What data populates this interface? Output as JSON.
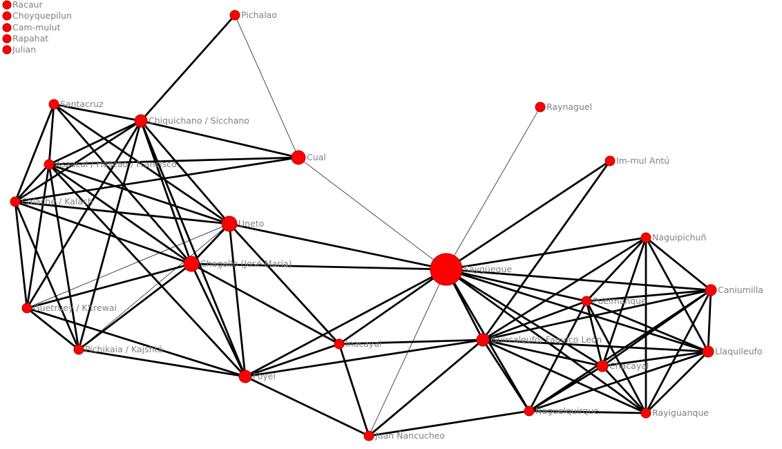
{
  "diagram": {
    "type": "social-network-graph",
    "node_color": "#ff0000",
    "edge_color": "#000000",
    "label_color": "#808080",
    "nodes": [
      {
        "id": 0,
        "label": "Racaur"
      },
      {
        "id": 1,
        "label": "Choyquepilun"
      },
      {
        "id": 2,
        "label": "Cam-mulut"
      },
      {
        "id": 3,
        "label": "Rapahat"
      },
      {
        "id": 4,
        "label": "Julian"
      },
      {
        "id": 5,
        "label": "Pichalao"
      },
      {
        "id": 6,
        "label": "Santacruz"
      },
      {
        "id": 7,
        "label": "Chiquichano / Sicchano"
      },
      {
        "id": 8,
        "label": "Cual"
      },
      {
        "id": 9,
        "label": "Aszacal / Hascao / Francisco"
      },
      {
        "id": 10,
        "label": "Calache / Kalach"
      },
      {
        "id": 11,
        "label": "Uneto"
      },
      {
        "id": 12,
        "label": "Chagallo (José María)"
      },
      {
        "id": 13,
        "label": "Saygüeque"
      },
      {
        "id": 14,
        "label": "Raynaguel"
      },
      {
        "id": 15,
        "label": "Im-mul Antú"
      },
      {
        "id": 16,
        "label": "Naguipichuñ"
      },
      {
        "id": 17,
        "label": "Caniumilla"
      },
      {
        "id": 18,
        "label": "Puelmañque"
      },
      {
        "id": 19,
        "label": "Guircaleufo/ Faquico León"
      },
      {
        "id": 20,
        "label": "Llaquileufo"
      },
      {
        "id": 21,
        "label": "Chacayal"
      },
      {
        "id": 22,
        "label": "Naguelquirque"
      },
      {
        "id": 23,
        "label": "Rayiguanque"
      },
      {
        "id": 24,
        "label": "Guetruey / K'trewai"
      },
      {
        "id": 25,
        "label": "Pichikaia / Kajshtá"
      },
      {
        "id": 26,
        "label": "Inacayal"
      },
      {
        "id": 27,
        "label": "Foyel"
      },
      {
        "id": 28,
        "label": "Juan Ñancucheo"
      }
    ],
    "edges": [
      [
        5,
        7,
        "strong"
      ],
      [
        5,
        8,
        "weak"
      ],
      [
        6,
        7,
        "strong"
      ],
      [
        6,
        9,
        "strong"
      ],
      [
        6,
        10,
        "strong"
      ],
      [
        6,
        11,
        "strong"
      ],
      [
        6,
        12,
        "strong"
      ],
      [
        7,
        8,
        "strong"
      ],
      [
        7,
        9,
        "strong"
      ],
      [
        7,
        10,
        "strong"
      ],
      [
        7,
        11,
        "strong"
      ],
      [
        7,
        12,
        "strong"
      ],
      [
        7,
        24,
        "strong"
      ],
      [
        7,
        25,
        "strong"
      ],
      [
        7,
        27,
        "strong"
      ],
      [
        8,
        9,
        "strong"
      ],
      [
        8,
        10,
        "strong"
      ],
      [
        8,
        13,
        "weak"
      ],
      [
        9,
        10,
        "strong"
      ],
      [
        9,
        11,
        "strong"
      ],
      [
        9,
        12,
        "strong"
      ],
      [
        9,
        24,
        "strong"
      ],
      [
        9,
        25,
        "strong"
      ],
      [
        9,
        27,
        "strong"
      ],
      [
        10,
        11,
        "strong"
      ],
      [
        10,
        12,
        "strong"
      ],
      [
        10,
        24,
        "strong"
      ],
      [
        10,
        25,
        "strong"
      ],
      [
        11,
        13,
        "strong"
      ],
      [
        11,
        12,
        "strong"
      ],
      [
        11,
        27,
        "strong"
      ],
      [
        11,
        26,
        "strong"
      ],
      [
        11,
        24,
        "weak"
      ],
      [
        11,
        25,
        "weak"
      ],
      [
        12,
        13,
        "strong"
      ],
      [
        12,
        24,
        "strong"
      ],
      [
        12,
        25,
        "strong"
      ],
      [
        12,
        27,
        "strong"
      ],
      [
        12,
        26,
        "strong"
      ],
      [
        24,
        25,
        "strong"
      ],
      [
        24,
        27,
        "strong"
      ],
      [
        25,
        27,
        "strong"
      ],
      [
        27,
        13,
        "strong"
      ],
      [
        27,
        26,
        "strong"
      ],
      [
        27,
        19,
        "strong"
      ],
      [
        27,
        28,
        "strong"
      ],
      [
        26,
        19,
        "strong"
      ],
      [
        26,
        28,
        "strong"
      ],
      [
        26,
        13,
        "strong"
      ],
      [
        28,
        13,
        "weak"
      ],
      [
        28,
        19,
        "strong"
      ],
      [
        28,
        22,
        "strong"
      ],
      [
        13,
        14,
        "weak"
      ],
      [
        15,
        13,
        "strong"
      ],
      [
        15,
        19,
        "strong"
      ],
      [
        13,
        16,
        "strong"
      ],
      [
        13,
        17,
        "strong"
      ],
      [
        13,
        18,
        "strong"
      ],
      [
        13,
        19,
        "strong"
      ],
      [
        13,
        20,
        "strong"
      ],
      [
        13,
        21,
        "strong"
      ],
      [
        13,
        23,
        "strong"
      ],
      [
        13,
        22,
        "strong"
      ],
      [
        16,
        17,
        "strong"
      ],
      [
        16,
        18,
        "strong"
      ],
      [
        16,
        19,
        "strong"
      ],
      [
        16,
        20,
        "strong"
      ],
      [
        16,
        21,
        "strong"
      ],
      [
        16,
        23,
        "strong"
      ],
      [
        17,
        18,
        "strong"
      ],
      [
        17,
        19,
        "strong"
      ],
      [
        17,
        20,
        "strong"
      ],
      [
        17,
        21,
        "strong"
      ],
      [
        17,
        22,
        "strong"
      ],
      [
        17,
        23,
        "strong"
      ],
      [
        18,
        19,
        "strong"
      ],
      [
        18,
        20,
        "strong"
      ],
      [
        18,
        21,
        "strong"
      ],
      [
        18,
        22,
        "strong"
      ],
      [
        18,
        23,
        "strong"
      ],
      [
        19,
        20,
        "strong"
      ],
      [
        19,
        21,
        "strong"
      ],
      [
        19,
        22,
        "strong"
      ],
      [
        19,
        23,
        "strong"
      ],
      [
        20,
        21,
        "strong"
      ],
      [
        20,
        22,
        "strong"
      ],
      [
        20,
        23,
        "strong"
      ],
      [
        21,
        22,
        "strong"
      ],
      [
        21,
        23,
        "strong"
      ],
      [
        22,
        23,
        "strong"
      ]
    ]
  }
}
